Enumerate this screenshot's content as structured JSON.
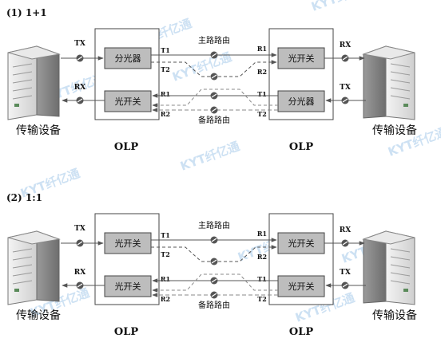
{
  "sections": [
    {
      "title": "(1) 1+1",
      "left_device_label": "传输设备",
      "right_device_label": "传输设备",
      "left_olp_label": "OLP",
      "right_olp_label": "OLP",
      "left_tx": "TX",
      "left_rx": "RX",
      "right_rx": "RX",
      "right_tx": "TX",
      "left_top_box": "分光器",
      "left_bottom_box": "光开关",
      "right_top_box": "光开关",
      "right_bottom_box": "分光器",
      "left_ports": [
        "T1",
        "T2",
        "R1",
        "R2"
      ],
      "right_ports": [
        "R1",
        "R2",
        "T1",
        "T2"
      ],
      "main_route_label": "主路路由",
      "backup_route_label": "备路路由"
    },
    {
      "title": "(2) 1:1",
      "left_device_label": "传输设备",
      "right_device_label": "传输设备",
      "left_olp_label": "OLP",
      "right_olp_label": "OLP",
      "left_tx": "TX",
      "left_rx": "RX",
      "right_rx": "RX",
      "right_tx": "TX",
      "left_top_box": "光开关",
      "left_bottom_box": "光开关",
      "right_top_box": "光开关",
      "right_bottom_box": "光开关",
      "left_ports": [
        "T1",
        "T2",
        "R1",
        "R2"
      ],
      "right_ports": [
        "R1",
        "R2",
        "T1",
        "T2"
      ],
      "main_route_label": "主路路由",
      "backup_route_label": "备路路由"
    }
  ],
  "watermark_text": "KYT纤亿通",
  "colors": {
    "box_fill": "#bdbdbd",
    "line": "#555555",
    "backup_line": "#888888",
    "watermark": "#b8d4ee"
  }
}
